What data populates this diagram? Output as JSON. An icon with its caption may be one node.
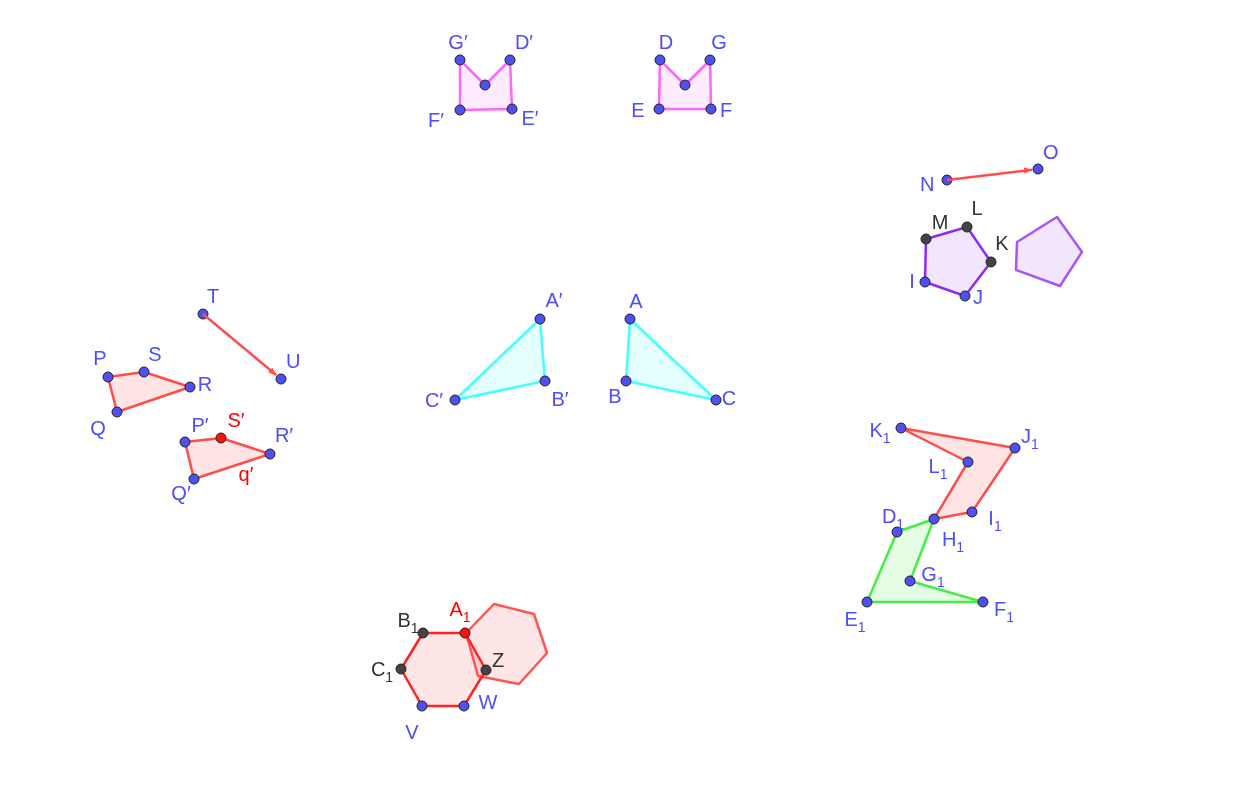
{
  "diagram": {
    "nodes": [
      {
        "text": [
          "N"
        ]
      },
      {
        "text": [
          "O"
        ]
      },
      {
        "text": [
          "T"
        ]
      },
      {
        "text": [
          "U"
        ]
      }
    ],
    "edges": [
      {
        "from": 0,
        "to": 1,
        "arrow": "to"
      },
      {
        "from": 2,
        "to": 3,
        "arrow": "to"
      }
    ],
    "labels": [
      "G′",
      "D′",
      "D",
      "G",
      "F′",
      "E′",
      "E",
      "F",
      "L",
      "M",
      "K",
      "I",
      "A′",
      "A",
      "J",
      "P",
      "S",
      "R",
      "C′",
      "B′",
      "B",
      "C",
      "Q",
      "P′",
      "S′",
      "R′",
      "q′",
      "Q′",
      "K$_{1}$",
      "J$_{1}$",
      "L$_{1}$",
      "D$_{1}$",
      "I$_{1}$",
      "H$_{1}$",
      "G$_{1}$",
      "B$_{1}$",
      "A$_{1}$",
      "E$_{1}$",
      "F$_{1}$",
      "C$_{1}$",
      "Z",
      "W",
      "V"
    ]
  }
}
